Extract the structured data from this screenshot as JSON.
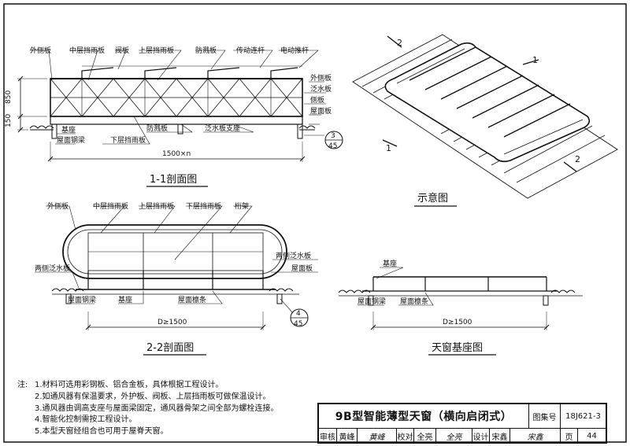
{
  "section_1_1": {
    "title": "1-1剖面图",
    "labels": {
      "outer_side_panel": "外侧板",
      "middle_louver": "中层挡雨板",
      "valve_plate": "阀板",
      "upper_louver": "上层挡雨板",
      "windbreak_plate": "防溅板",
      "transmission_rod": "传动连杆",
      "electric_actuator": "电动推杆",
      "outer_side_panel_right": "外侧板",
      "flashing_plate": "泛水板",
      "side_panel": "侧板",
      "roof_panel": "屋面板",
      "base": "基座",
      "roof_steel_beam": "屋面钢梁",
      "lower_louver": "下层挡雨板",
      "windbreak_plate_bottom": "防溅板",
      "flashing_support": "泛水板支座"
    },
    "dims": {
      "h1": "850",
      "h2": "150",
      "width": "1500×n"
    },
    "detail_ref": {
      "top": "3",
      "bottom": "45"
    }
  },
  "section_2_2": {
    "title": "2-2剖面图",
    "labels": {
      "outer_side_panel": "外侧板",
      "middle_louver": "中层挡雨板",
      "upper_louver": "上层挡雨板",
      "lower_louver": "下层挡雨板",
      "truss": "桁架",
      "side_flashing_right": "两侧泛水板",
      "roof_panel": "屋面板",
      "side_flashing_left": "两侧泛水板",
      "roof_steel_beam": "屋面钢梁",
      "base": "基座",
      "roof_purlin": "屋面檩条"
    },
    "dim": "D≥1500",
    "detail_ref": {
      "top": "4",
      "bottom": "45"
    }
  },
  "schematic": {
    "title": "示意图",
    "cut_labels": [
      "2",
      "1",
      "1",
      "2"
    ]
  },
  "base_plan": {
    "title": "天窗基座图",
    "labels": {
      "base": "基座",
      "roof_steel_beam": "屋面钢梁",
      "roof_purlin": "屋面檩条"
    },
    "dim": "D≥1500"
  },
  "notes": {
    "label": "注:",
    "items": [
      "1.材料可选用彩钢板、铝合金板，具体根据工程设计。",
      "2.如通风器有保温要求，外护板、阀板、上层挡雨板可做保温设计。",
      "3.通风器由调高支座与屋面梁固定，通风器骨架之间全部为螺栓连接。",
      "4.智能化控制需按工程设计。",
      "5.本型天窗经组合也可用于屋脊天窗。"
    ]
  },
  "title_block": {
    "title": "9B型智能薄型天窗（横向启闭式）",
    "atlas_label": "图集号",
    "atlas_no": "18J621-3",
    "review_label": "审核",
    "reviewer": "黄峰",
    "reviewer_sig": "黄峰",
    "check_label": "校对",
    "checker": "全亮",
    "checker_sig": "全亮",
    "design_label": "设计",
    "designer": "宋鑫",
    "designer_sig": "宋鑫",
    "page_label": "页",
    "page_no": "44"
  }
}
